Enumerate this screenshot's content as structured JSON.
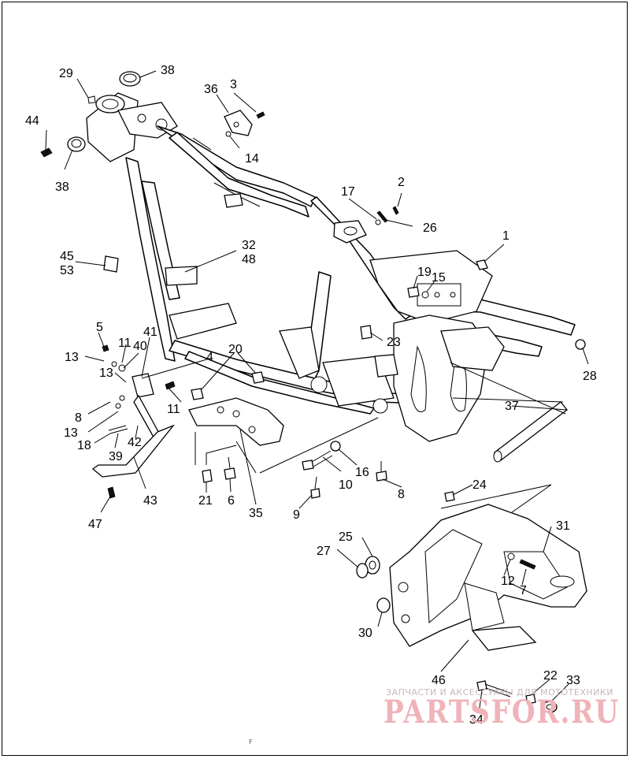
{
  "diagram": {
    "callouts": [
      {
        "id": "c1",
        "text": "1"
      },
      {
        "id": "c2",
        "text": "2"
      },
      {
        "id": "c3",
        "text": "3"
      },
      {
        "id": "c4",
        "text": "4"
      },
      {
        "id": "c5",
        "text": "5"
      },
      {
        "id": "c6",
        "text": "6"
      },
      {
        "id": "c7",
        "text": "7"
      },
      {
        "id": "c8a",
        "text": "8"
      },
      {
        "id": "c8b",
        "text": "8"
      },
      {
        "id": "c9",
        "text": "9"
      },
      {
        "id": "c10",
        "text": "10"
      },
      {
        "id": "c11a",
        "text": "11"
      },
      {
        "id": "c11b",
        "text": "11"
      },
      {
        "id": "c12",
        "text": "12"
      },
      {
        "id": "c13a",
        "text": "13"
      },
      {
        "id": "c13b",
        "text": "13"
      },
      {
        "id": "c13c",
        "text": "13"
      },
      {
        "id": "c14",
        "text": "14"
      },
      {
        "id": "c15",
        "text": "15"
      },
      {
        "id": "c16",
        "text": "16"
      },
      {
        "id": "c17",
        "text": "17"
      },
      {
        "id": "c18",
        "text": "18"
      },
      {
        "id": "c19",
        "text": "19"
      },
      {
        "id": "c20",
        "text": "20"
      },
      {
        "id": "c21",
        "text": "21"
      },
      {
        "id": "c22",
        "text": "22"
      },
      {
        "id": "c23",
        "text": "23"
      },
      {
        "id": "c24",
        "text": "24"
      },
      {
        "id": "c25",
        "text": "25"
      },
      {
        "id": "c26",
        "text": "26"
      },
      {
        "id": "c27",
        "text": "27"
      },
      {
        "id": "c28",
        "text": "28"
      },
      {
        "id": "c29",
        "text": "29"
      },
      {
        "id": "c30",
        "text": "30"
      },
      {
        "id": "c31",
        "text": "31"
      },
      {
        "id": "c32",
        "text": "32"
      },
      {
        "id": "c33",
        "text": "33"
      },
      {
        "id": "c34",
        "text": "34"
      },
      {
        "id": "c35",
        "text": "35"
      },
      {
        "id": "c36",
        "text": "36"
      },
      {
        "id": "c37",
        "text": "37"
      },
      {
        "id": "c38a",
        "text": "38"
      },
      {
        "id": "c38b",
        "text": "38"
      },
      {
        "id": "c39",
        "text": "39"
      },
      {
        "id": "c40",
        "text": "40"
      },
      {
        "id": "c41",
        "text": "41"
      },
      {
        "id": "c42",
        "text": "42"
      },
      {
        "id": "c43",
        "text": "43"
      },
      {
        "id": "c44",
        "text": "44"
      },
      {
        "id": "c45",
        "text": "45"
      },
      {
        "id": "c46",
        "text": "46"
      },
      {
        "id": "c47",
        "text": "47"
      },
      {
        "id": "c48",
        "text": "48"
      },
      {
        "id": "c53",
        "text": "53"
      }
    ]
  },
  "watermark": {
    "tagline": "ЗАПЧАСТИ И АКСЕССУАРЫ ДЛЯ МОТОТЕХНИКИ",
    "brand": "PARTSFOR.RU",
    "color": "#efb3b8"
  },
  "footer": {
    "mark": "F"
  }
}
